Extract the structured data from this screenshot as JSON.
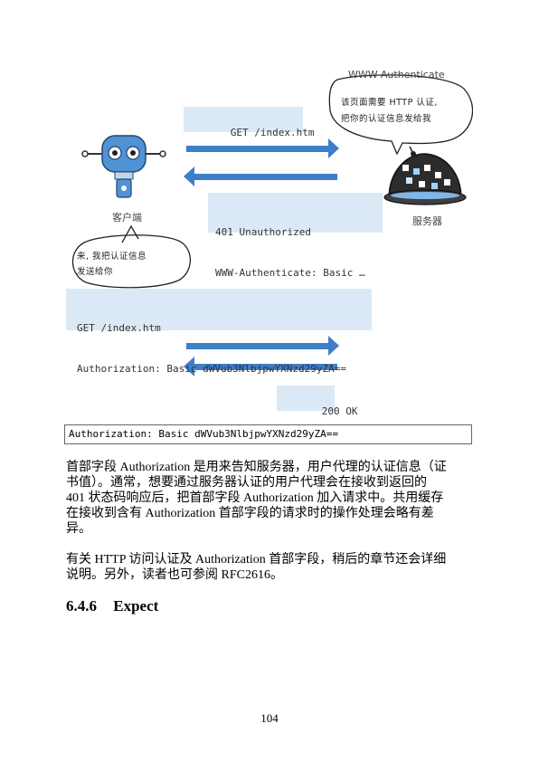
{
  "figure": {
    "www_authenticate_label": "WWW-Authenticate",
    "bubble_server_lines": [
      "该页面需要 HTTP 认证,",
      "把你的认证信息发给我"
    ],
    "request1": "GET /index.htm",
    "response1_line1": "401 Unauthorized",
    "response1_line2": "WWW-Authenticate: Basic …",
    "client_label": "客户端",
    "server_label": "服务器",
    "bubble_client_lines": [
      "来, 我把认证信息",
      "发送给你"
    ],
    "request2_line1": "GET /index.htm",
    "request2_line2": "Authorization: Basic dWVub3NlbjpwYXNzd29yZA==",
    "response2": "200 OK"
  },
  "codebar": "Authorization: Basic dWVub3NlbjpwYXNzd29yZA==",
  "paragraph1_lines": [
    "首部字段 Authorization 是用来告知服务器，用户代理的认证信息（证",
    "书值）。通常，想要通过服务器认证的用户代理会在接收到返回的",
    "401 状态码响应后，把首部字段 Authorization 加入请求中。共用缓存",
    "在接收到含有 Authorization 首部字段的请求时的操作处理会略有差",
    "异。"
  ],
  "paragraph2_lines": [
    "有关 HTTP 访问认证及 Authorization 首部字段，稍后的章节还会详细",
    "说明。另外，读者也可参阅 RFC2616。"
  ],
  "heading": {
    "number": "6.4.6",
    "title": "Expect"
  },
  "page_number": "104",
  "colors": {
    "arrow": "#3f7ec9",
    "box": "#dbe9f6",
    "robot_body": "#4f93d5"
  }
}
